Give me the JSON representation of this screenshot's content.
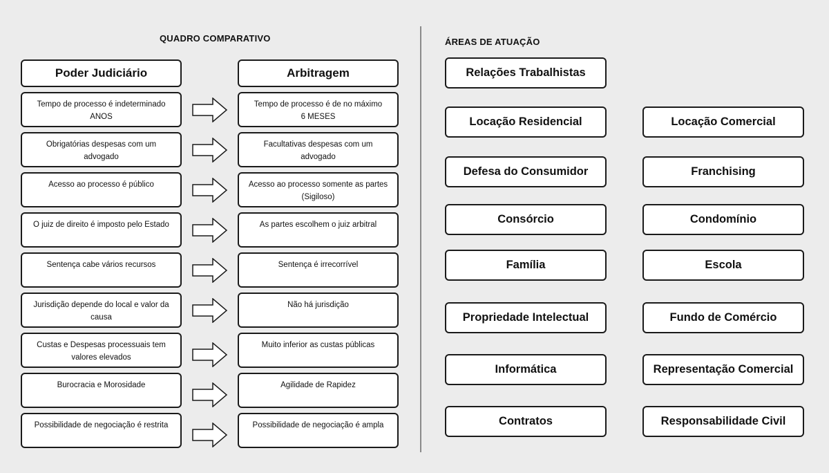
{
  "comparison": {
    "title": "QUADRO COMPARATIVO",
    "left_header": "Poder Judiciário",
    "right_header": "Arbitragem",
    "rows": [
      {
        "left": "Tempo de processo é indeterminado\nANOS",
        "right": "Tempo de processo é de no máximo\n6 MESES"
      },
      {
        "left": "Obrigatórias despesas com um\nadvogado",
        "right": "Facultativas despesas com um\nadvogado"
      },
      {
        "left": "Acesso ao processo é público",
        "right": "Acesso ao processo somente as partes\n(Sigiloso)"
      },
      {
        "left": "O juiz de direito é imposto pelo Estado",
        "right": "As partes escolhem o juiz arbitral"
      },
      {
        "left": "Sentença cabe vários recursos",
        "right": "Sentença é irrecorrível"
      },
      {
        "left": "Jurisdição depende do local e valor da\ncausa",
        "right": "Não há jurisdição"
      },
      {
        "left": "Custas e Despesas processuais tem\nvalores elevados",
        "right": "Muito inferior as custas públicas"
      },
      {
        "left": "Burocracia e Morosidade",
        "right": "Agilidade de Rapidez"
      },
      {
        "left": "Possibilidade de negociação é restrita",
        "right": "Possibilidade de negociação é ampla"
      }
    ]
  },
  "areas": {
    "title": "ÁREAS DE ATUAÇÃO",
    "items": [
      "Relações Trabalhistas",
      "Locação Residencial",
      "Locação Comercial",
      "Defesa do Consumidor",
      "Franchising",
      "Consórcio",
      "Condomínio",
      "Família",
      "Escola",
      "Propriedade Intelectual",
      "Fundo de Comércio",
      "Informática",
      "Representação Comercial",
      "Contratos",
      "Responsabilidade Civil"
    ]
  }
}
